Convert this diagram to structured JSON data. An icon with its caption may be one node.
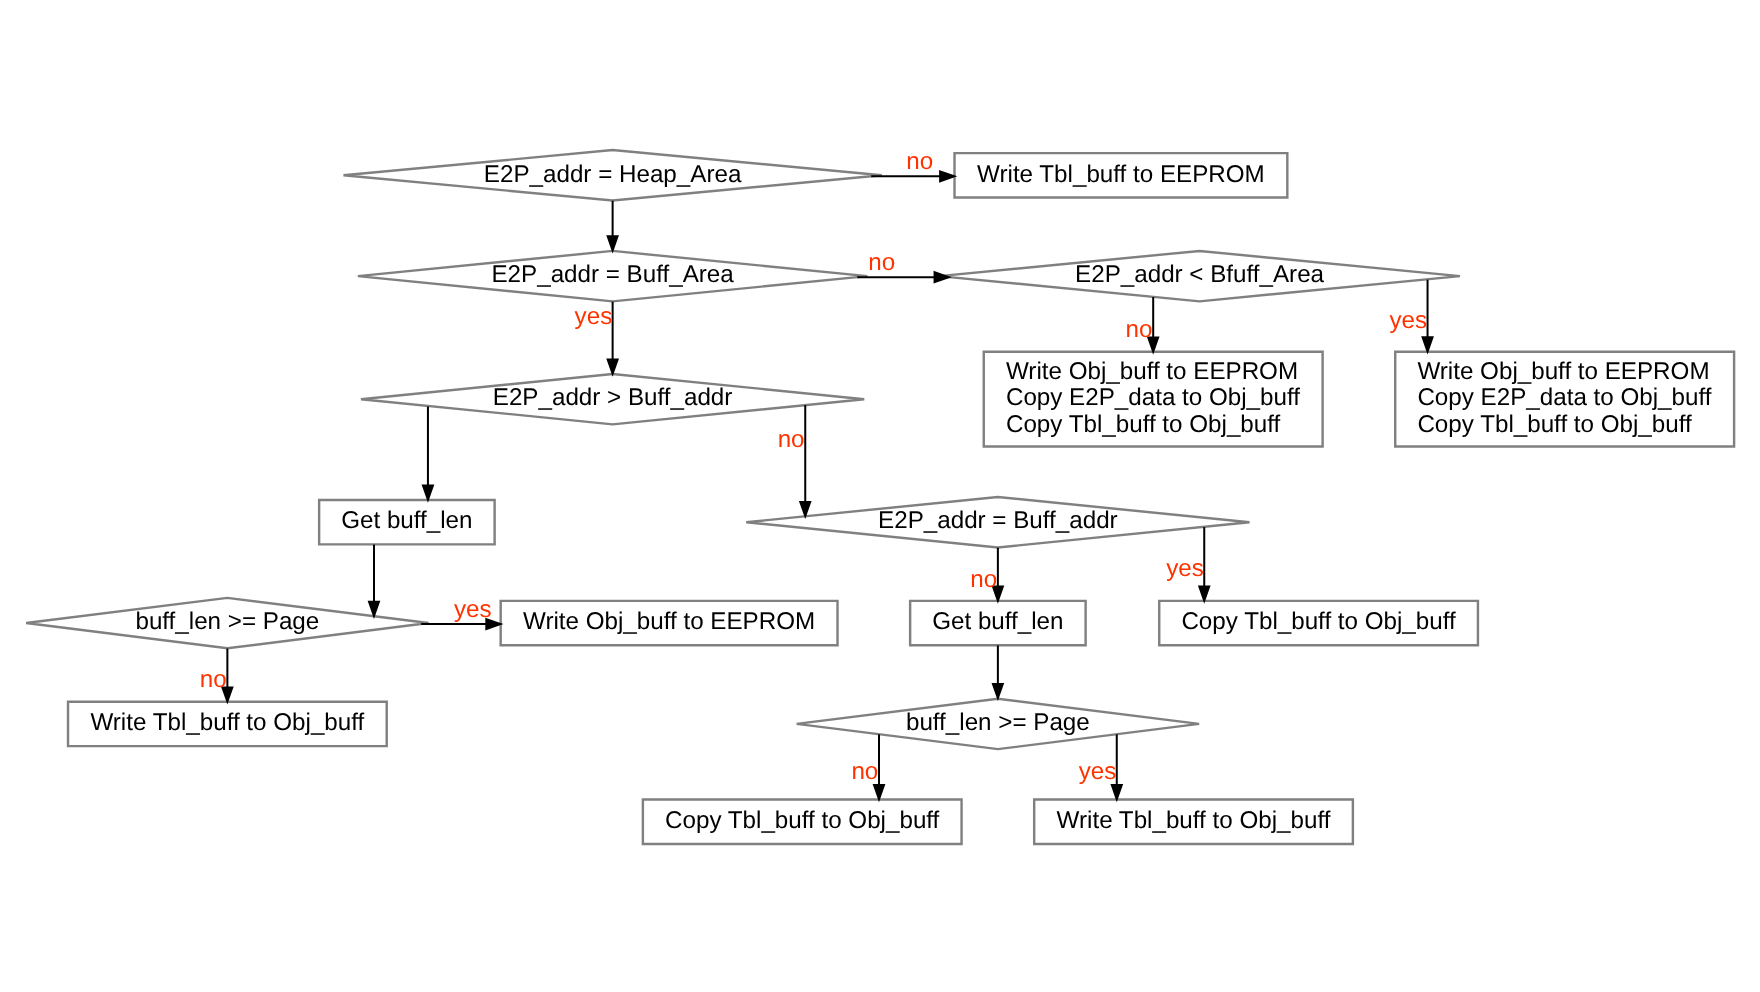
{
  "diagram": {
    "nodes": [
      {
        "text": [
          "E2P_addr = Heap_Area"
        ]
      },
      {
        "text": [
          "Write Tbl_buff to EEPROM"
        ]
      },
      {
        "text": [
          "E2P_addr = Buff_Area"
        ]
      },
      {
        "text": [
          "E2P_addr < Bfuff_Area"
        ]
      },
      {
        "text": [
          "Write Obj_buff to EEPROM",
          "Copy E2P_data to Obj_buff",
          "Copy Tbl_buff to Obj_buff"
        ]
      },
      {
        "text": [
          "E2P_addr > Buff_addr"
        ]
      },
      {
        "text": [
          "Get buff_len"
        ]
      },
      {
        "text": [
          "Write Obj_buff to EEPROM",
          "Copy E2P_data to Obj_buff",
          "Copy Tbl_buff to Obj_buff"
        ]
      },
      {
        "text": [
          "E2P_addr = Buff_addr"
        ]
      },
      {
        "text": [
          "buff_len >= Page"
        ]
      },
      {
        "text": [
          "Get buff_len"
        ]
      },
      {
        "text": [
          "Write Tbl_buff to Obj_buff"
        ]
      },
      {
        "text": [
          "Write Obj_buff to EEPROM"
        ]
      },
      {
        "text": [
          "buff_len >= Page"
        ]
      },
      {
        "text": [
          "Copy Tbl_buff to Obj_buff"
        ]
      },
      {
        "text": [
          "Copy Tbl_buff to Obj_buff"
        ]
      },
      {
        "text": [
          "Write Tbl_buff to Obj_buff"
        ]
      }
    ],
    "edges": [
      {
        "from": 0,
        "to": 1,
        "arrow": "to",
        "label": "no"
      },
      {
        "from": 0,
        "to": 2,
        "arrow": "to"
      },
      {
        "from": 2,
        "to": 3,
        "arrow": "to",
        "label": "no"
      },
      {
        "from": 2,
        "to": 5,
        "arrow": "to",
        "label": "yes"
      },
      {
        "from": 3,
        "to": 4,
        "arrow": "to",
        "label": "no"
      },
      {
        "from": 3,
        "to": 7,
        "arrow": "to",
        "label": "yes"
      },
      {
        "from": 5,
        "to": 6,
        "arrow": "to"
      },
      {
        "from": 5,
        "to": 8,
        "arrow": "to",
        "label": "no"
      },
      {
        "from": 6,
        "to": 9,
        "arrow": "to"
      },
      {
        "from": 9,
        "to": 11,
        "arrow": "to",
        "label": "no"
      },
      {
        "from": 9,
        "to": 12,
        "arrow": "to",
        "label": "yes"
      },
      {
        "from": 8,
        "to": 14,
        "arrow": "to",
        "label": "yes"
      },
      {
        "from": 8,
        "to": 10,
        "arrow": "to",
        "label": "no"
      },
      {
        "from": 10,
        "to": 13,
        "arrow": "to"
      },
      {
        "from": 13,
        "to": 16,
        "arrow": "to",
        "label": "yes"
      },
      {
        "from": 13,
        "to": 15,
        "arrow": "to",
        "label": "no"
      }
    ]
  }
}
